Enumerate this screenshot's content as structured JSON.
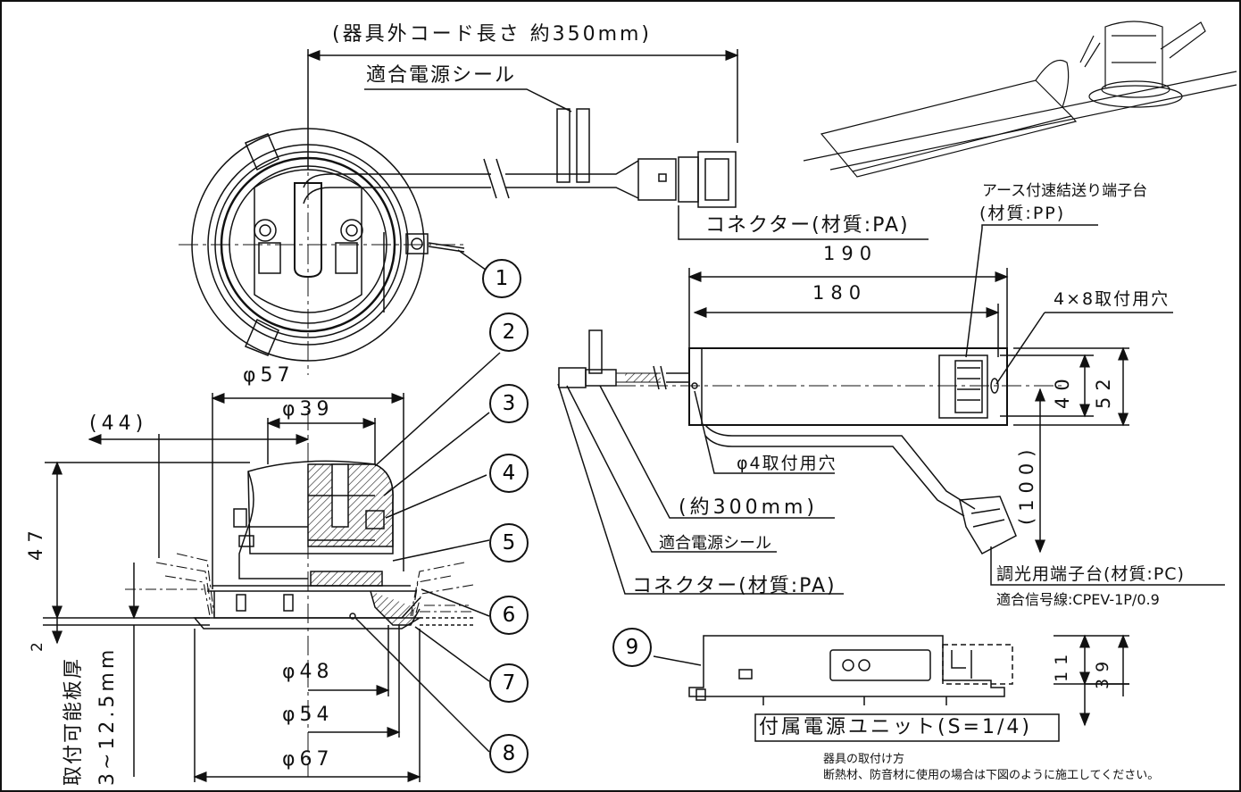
{
  "top_view": {
    "cord_length": "(器具外コード長さ 約350mm)",
    "seal_top": "適合電源シール",
    "connector_top": "コネクター(材質:PA)"
  },
  "power_unit": {
    "terminal_label": "アース付速結送り端子台",
    "terminal_material": "(材質:PP)",
    "dim_190": "190",
    "dim_180": "180",
    "mount_hole_label": "4×8取付用穴",
    "dim_40": "40",
    "dim_52": "52",
    "dim_100": "(100)",
    "hole4_label": "φ4取付用穴",
    "cord300": "(約300mm)",
    "seal_label": "適合電源シール",
    "connector_label": "コネクター(材質:PA)",
    "dimming_label": "調光用端子台(材質:PC)",
    "signal_label": "適合信号線:CPEV-1P/0.9"
  },
  "side_view": {
    "phi57": "φ57",
    "phi39": "φ39",
    "dim44": "(44)",
    "dim47": "47",
    "dim2": "2",
    "phi48": "φ48",
    "phi54": "φ54",
    "phi67": "φ67",
    "thickness_label": "取付可能板厚",
    "thickness_range": "3~12.5mm"
  },
  "unit_view": {
    "title": "付属電源ユニット(S=1/4)",
    "dim11": "11",
    "dim39": "39"
  },
  "install_note": {
    "line1": "器具の取付け方",
    "line2": "断熱材、防音材に使用の場合は下図のように施工してください。"
  },
  "callouts": [
    "1",
    "2",
    "3",
    "4",
    "5",
    "6",
    "7",
    "8",
    "9"
  ]
}
